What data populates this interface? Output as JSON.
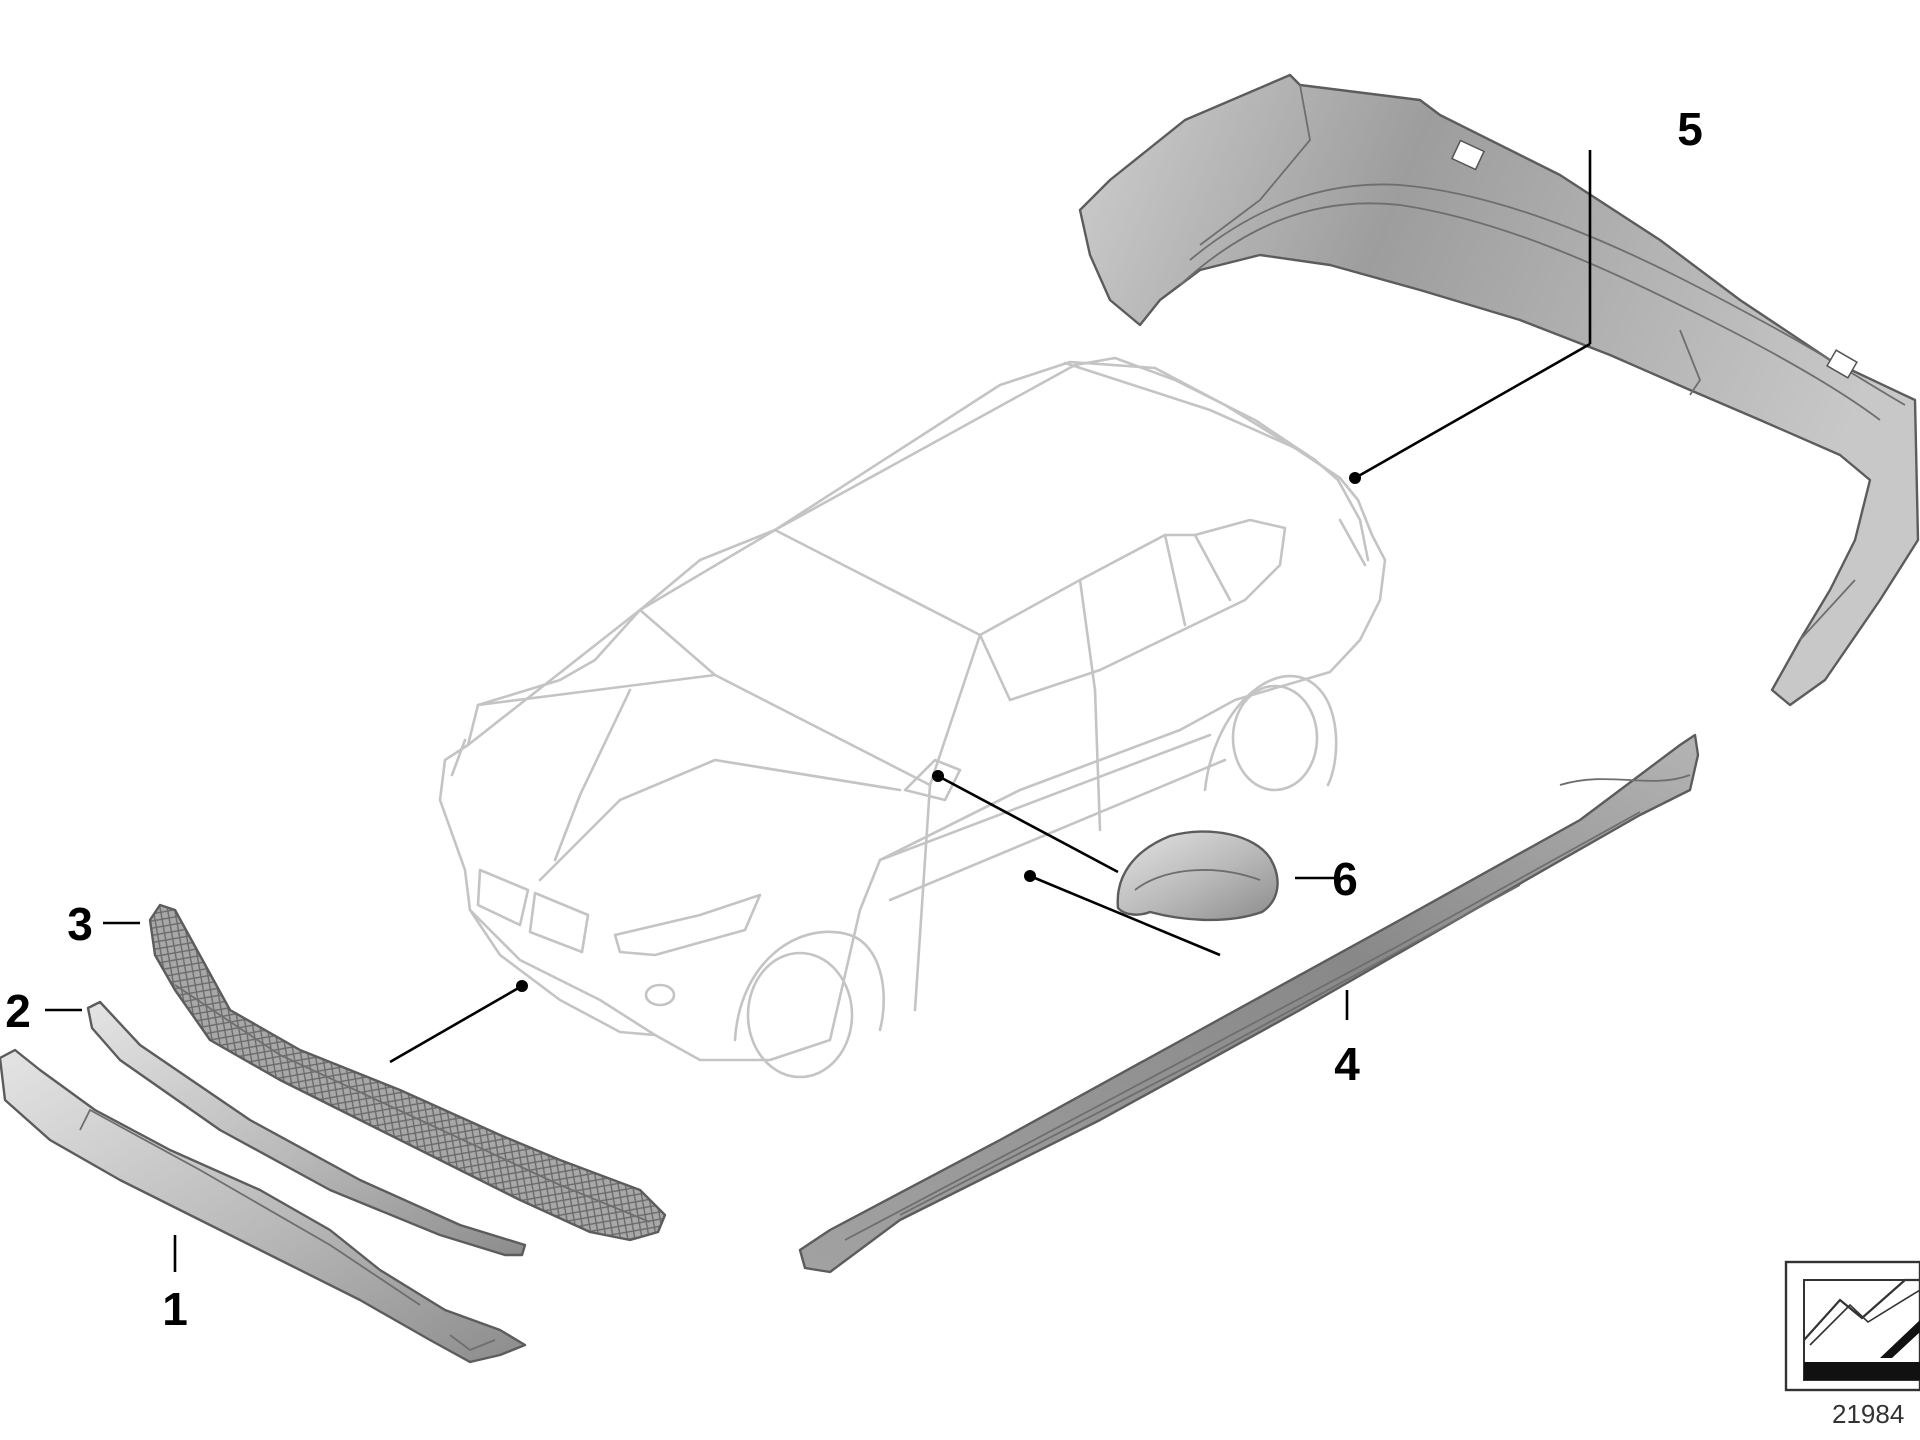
{
  "diagram": {
    "colors": {
      "part_light": "#e2e2e2",
      "part_mid": "#b4b4b4",
      "part_dark": "#8a8a8a",
      "vehicle_outline": "#c4c4c4",
      "leader": "#000000"
    },
    "callouts": [
      {
        "id": "1",
        "label": "1"
      },
      {
        "id": "2",
        "label": "2"
      },
      {
        "id": "3",
        "label": "3"
      },
      {
        "id": "4",
        "label": "4"
      },
      {
        "id": "5",
        "label": "5"
      },
      {
        "id": "6",
        "label": "6"
      }
    ],
    "reference_number": "21984",
    "icons": [
      "vehicle-outline-icon",
      "paint-finish-symbol-icon"
    ]
  }
}
